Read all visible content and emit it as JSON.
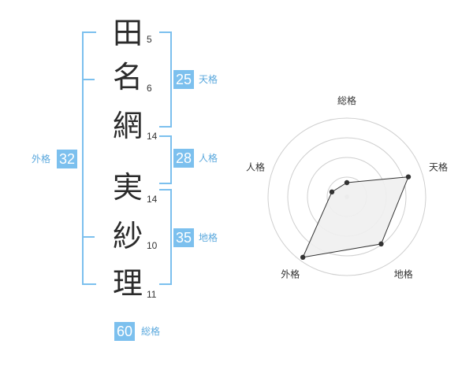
{
  "name": {
    "chars": [
      {
        "char": "田",
        "strokes": "5"
      },
      {
        "char": "名",
        "strokes": "6"
      },
      {
        "char": "網",
        "strokes": "14"
      },
      {
        "char": "実",
        "strokes": "14"
      },
      {
        "char": "紗",
        "strokes": "10"
      },
      {
        "char": "理",
        "strokes": "11"
      }
    ]
  },
  "fortune": {
    "tenkaku": {
      "value": "25",
      "label": "天格"
    },
    "jinkaku": {
      "value": "28",
      "label": "人格"
    },
    "chikaku": {
      "value": "35",
      "label": "地格"
    },
    "gaikaku": {
      "value": "32",
      "label": "外格"
    },
    "soukaku": {
      "value": "60",
      "label": "総格"
    }
  },
  "colors": {
    "accent": "#7cc0ee",
    "radar_fill": "#efefef",
    "radar_line": "#333333"
  },
  "chart_data": {
    "type": "radar",
    "axes": [
      "総格",
      "天格",
      "地格",
      "外格",
      "人格"
    ],
    "values": [
      0.18,
      0.82,
      0.74,
      0.95,
      0.2
    ],
    "range": [
      0,
      1
    ],
    "rings": 4,
    "grid": true
  }
}
